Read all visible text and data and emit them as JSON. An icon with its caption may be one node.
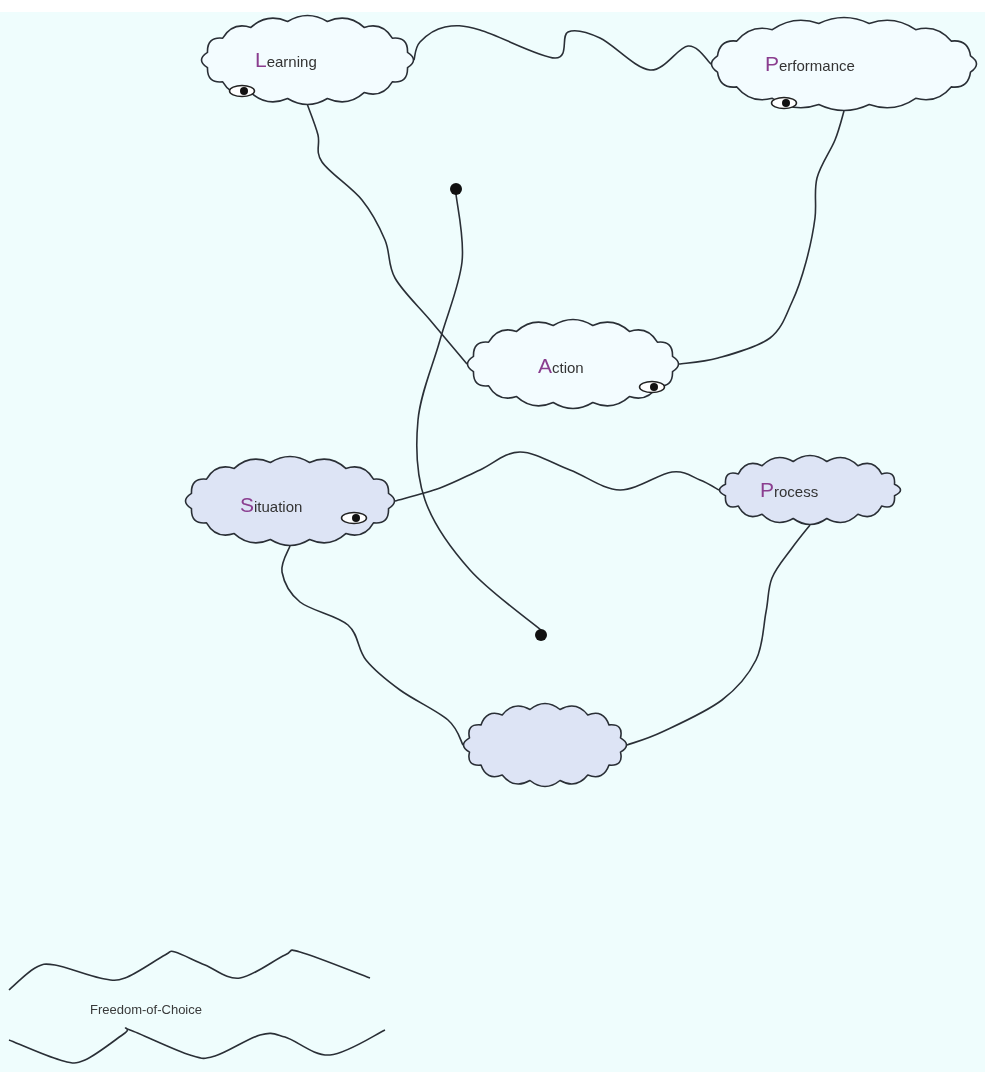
{
  "diagram": {
    "nodes": [
      {
        "text": [
          "Learning"
        ]
      },
      {
        "text": [
          "Performance"
        ]
      },
      {
        "text": [],
        "shape": "circle"
      },
      {
        "text": [
          "Action"
        ]
      },
      {
        "text": [
          "Situation"
        ]
      },
      {
        "text": [
          "Process"
        ]
      },
      {
        "text": [],
        "shape": "circle"
      },
      {
        "text": [],
        "shape": "cloud"
      },
      {
        "text": [
          "Freedom-of-Choice"
        ]
      }
    ],
    "edges": [
      {
        "from": 0,
        "to": 1,
        "arrow": "none"
      },
      {
        "from": 0,
        "to": 3,
        "arrow": "none"
      },
      {
        "from": 1,
        "to": 3,
        "arrow": "none"
      },
      {
        "from": 2,
        "to": 6,
        "arrow": "none"
      },
      {
        "from": 4,
        "to": 5,
        "arrow": "none"
      },
      {
        "from": 4,
        "to": 7,
        "arrow": "none"
      },
      {
        "from": 5,
        "to": 7,
        "arrow": "none"
      }
    ]
  }
}
